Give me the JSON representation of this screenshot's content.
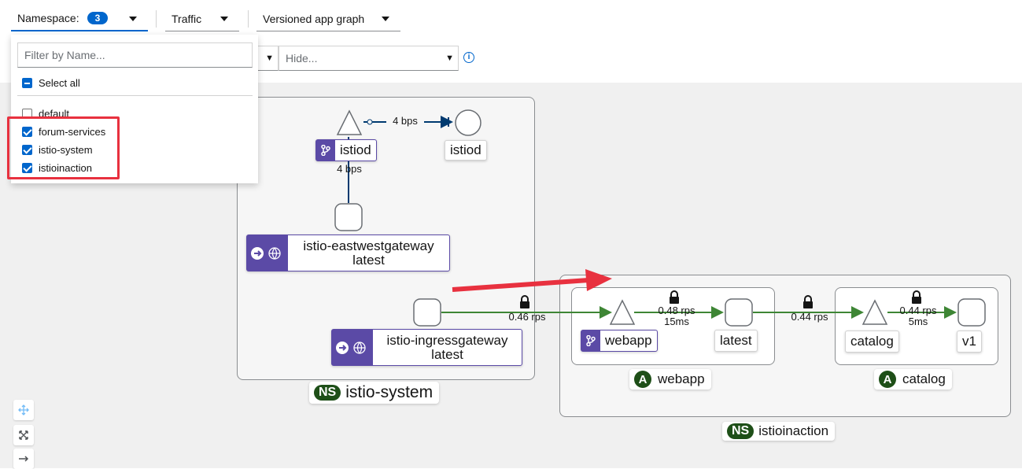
{
  "toolbar": {
    "namespace_label": "Namespace:",
    "namespace_count": "3",
    "traffic_label": "Traffic",
    "graph_type_label": "Versioned app graph",
    "hide_placeholder": "Hide...",
    "info_icon": "info-circle-icon"
  },
  "namespace_popup": {
    "filter_placeholder": "Filter by Name...",
    "select_all_label": "Select all",
    "items": [
      {
        "label": "default",
        "checked": false
      },
      {
        "label": "forum-services",
        "checked": true
      },
      {
        "label": "istio-system",
        "checked": true
      },
      {
        "label": "istioinaction",
        "checked": true
      }
    ]
  },
  "graph": {
    "namespaces": [
      {
        "name": "istio-system",
        "badge": "NS"
      },
      {
        "name": "istioinaction",
        "badge": "NS"
      }
    ],
    "apps": [
      {
        "name": "webapp",
        "badge": "A"
      },
      {
        "name": "catalog",
        "badge": "A"
      }
    ],
    "nodes": {
      "istiod_service": "istiod",
      "istiod_workload": "istiod",
      "eastwest_gateway": {
        "name": "istio-eastwestgateway",
        "version": "latest"
      },
      "ingress_gateway": {
        "name": "istio-ingressgateway",
        "version": "latest"
      },
      "webapp_service": "webapp",
      "webapp_version": "latest",
      "catalog_service": "catalog",
      "catalog_version": "v1"
    },
    "edges": {
      "istiod_to_istiod": "4 bps",
      "eastwest_to_istiod": "4 bps",
      "ingress_to_webapp": "0.46 rps",
      "webapp_svc_to_latest": "0.48 rps",
      "webapp_svc_to_latest_latency": "15ms",
      "webapp_to_catalog": "0.44 rps",
      "catalog_svc_to_v1": "0.44 rps",
      "catalog_svc_to_v1_latency": "5ms"
    },
    "colors": {
      "service": "#5b4aa6",
      "healthy_edge": "#3e8635",
      "tcp_edge": "#003a70",
      "namespace_badge": "#1e4f18",
      "annotation_arrow": "#e8313f",
      "selected": "#06c"
    }
  },
  "zoom_controls": [
    "fit-icon",
    "expand-icon",
    "layout-arrow-icon"
  ]
}
